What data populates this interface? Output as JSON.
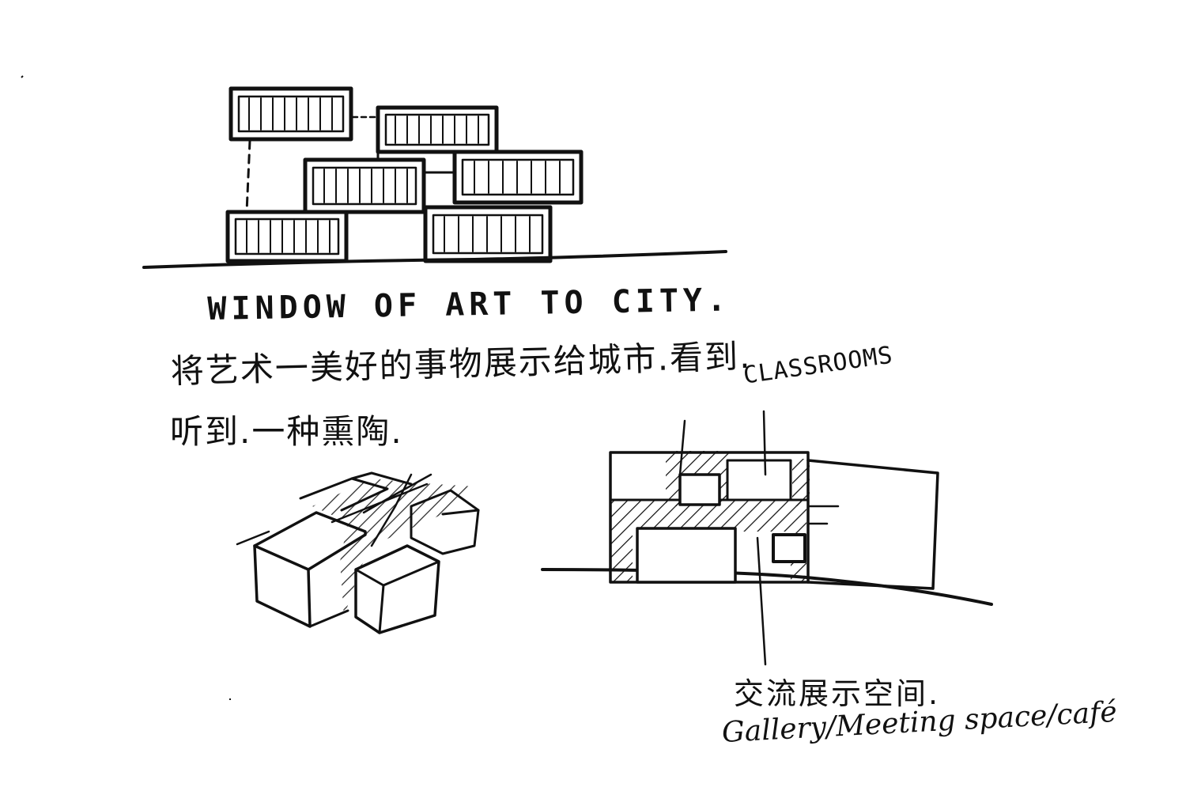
{
  "sketch": {
    "title": "WINDOW OF ART TO CITY.",
    "chinese_line_1": "将艺术一美好的事物展示给城市.看到.",
    "chinese_line_2": "听到.一种熏陶.",
    "classrooms_label": "CLASSROOMS",
    "chinese_label": "交流展示空间.",
    "gallery_label": "Gallery/Meeting space/café"
  },
  "colors": {
    "ink": "#111111",
    "paper": "#ffffff"
  }
}
